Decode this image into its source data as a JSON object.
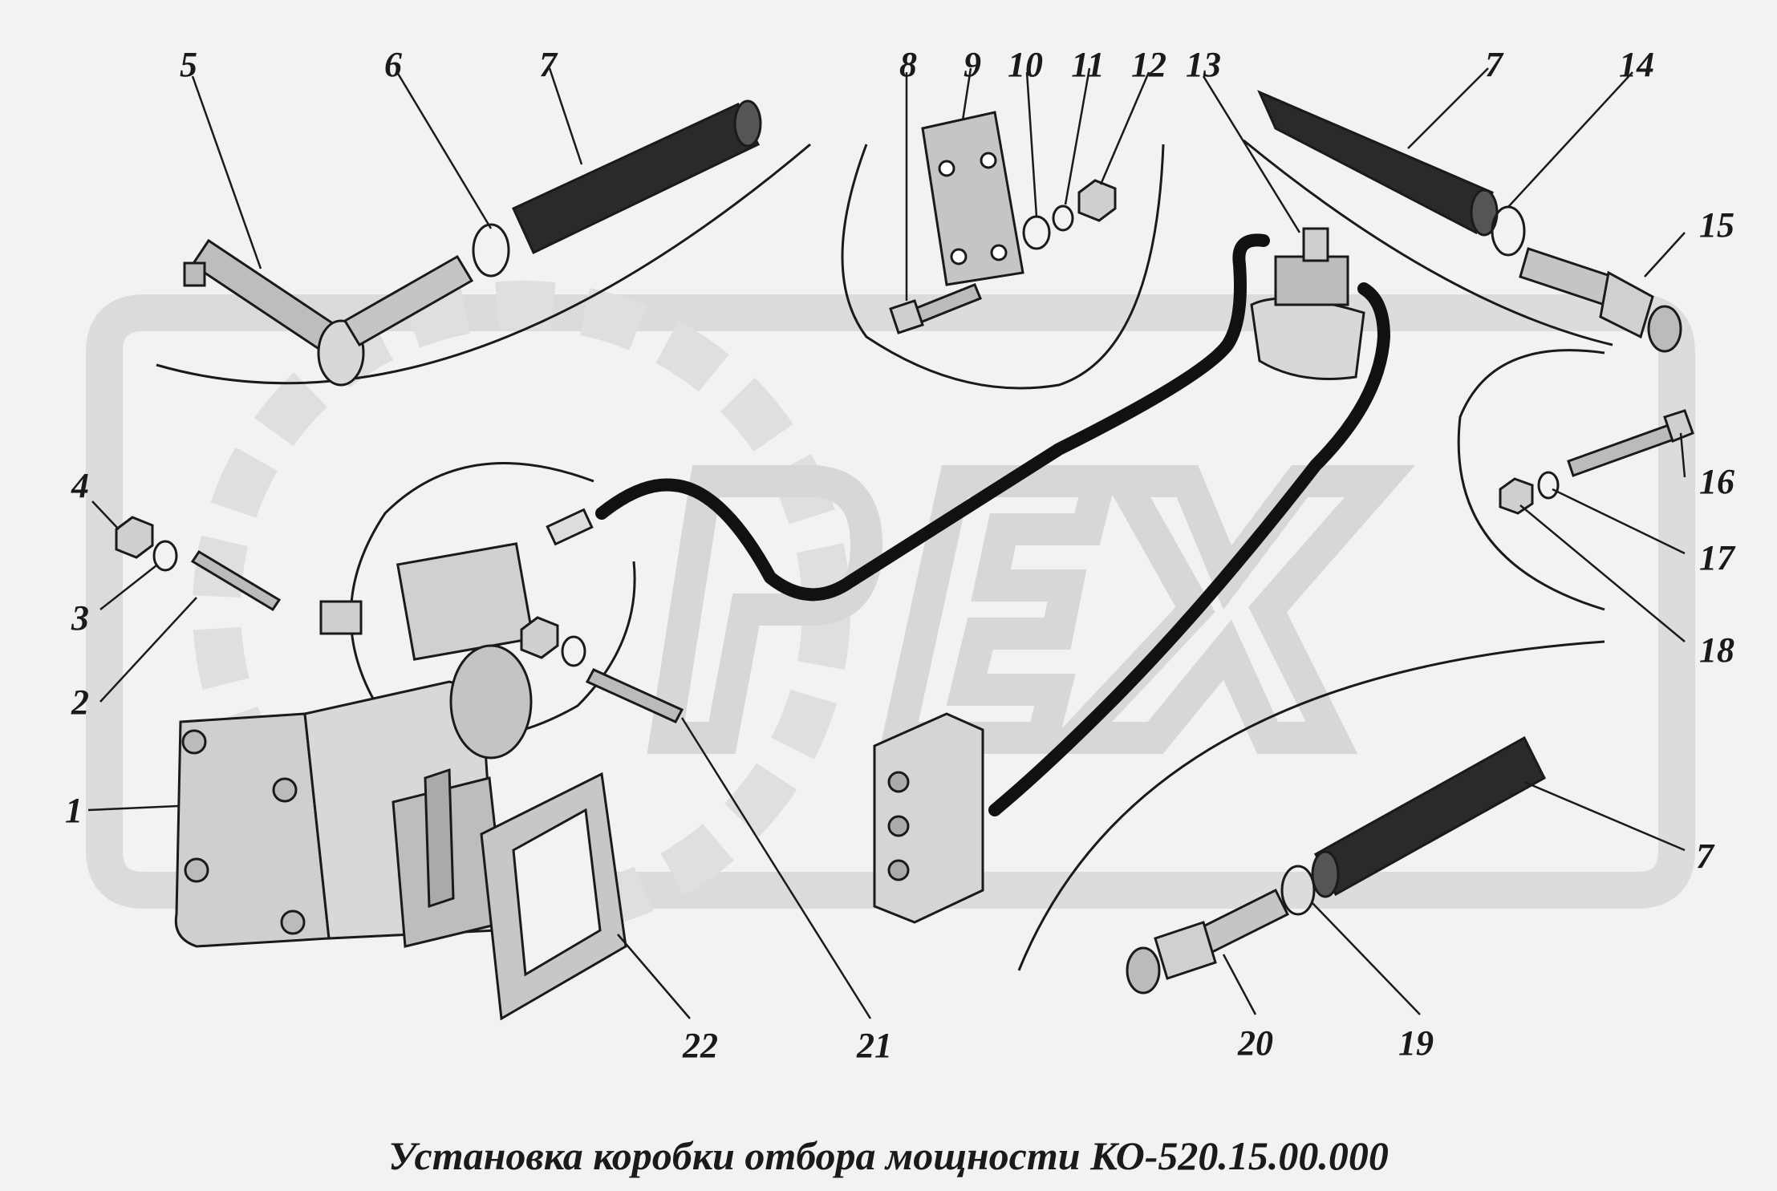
{
  "caption": "Установка коробки отбора мощности КО-520.15.00.000",
  "colors": {
    "background": "#f2f2f2",
    "watermark": "#d9d9d9",
    "ink": "#1a1a1a",
    "part_fill": "#c8c8c8",
    "hose": "#111111"
  },
  "callouts": [
    {
      "id": "c1",
      "text": "1"
    },
    {
      "id": "c2",
      "text": "2"
    },
    {
      "id": "c3",
      "text": "3"
    },
    {
      "id": "c4",
      "text": "4"
    },
    {
      "id": "c5",
      "text": "5"
    },
    {
      "id": "c6",
      "text": "6"
    },
    {
      "id": "c7a",
      "text": "7"
    },
    {
      "id": "c7b",
      "text": "7"
    },
    {
      "id": "c7c",
      "text": "7"
    },
    {
      "id": "c8",
      "text": "8"
    },
    {
      "id": "c9",
      "text": "9"
    },
    {
      "id": "c10",
      "text": "10"
    },
    {
      "id": "c11",
      "text": "11"
    },
    {
      "id": "c12",
      "text": "12"
    },
    {
      "id": "c13",
      "text": "13"
    },
    {
      "id": "c14",
      "text": "14"
    },
    {
      "id": "c15",
      "text": "15"
    },
    {
      "id": "c16",
      "text": "16"
    },
    {
      "id": "c17",
      "text": "17"
    },
    {
      "id": "c18",
      "text": "18"
    },
    {
      "id": "c19",
      "text": "19"
    },
    {
      "id": "c20",
      "text": "20"
    },
    {
      "id": "c21",
      "text": "21"
    },
    {
      "id": "c22",
      "text": "22"
    }
  ]
}
